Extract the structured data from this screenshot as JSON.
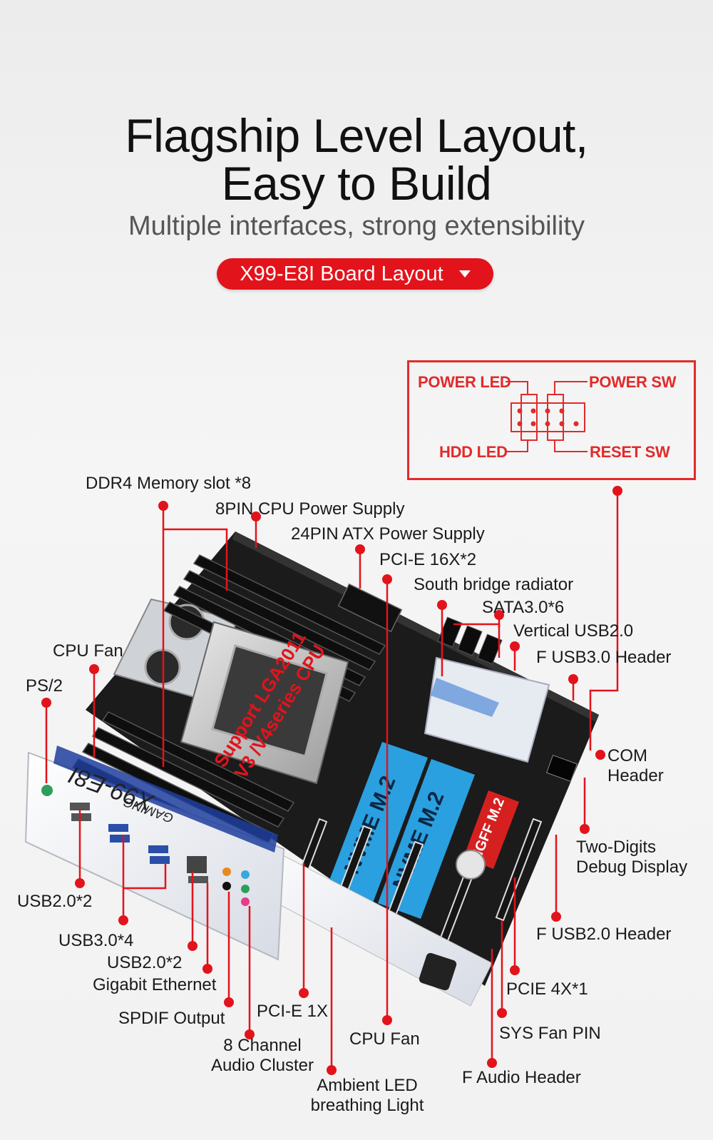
{
  "heading": {
    "line1": "Flagship Level Layout,",
    "line2": "Easy to Build",
    "subtitle": "Multiple interfaces, strong extensibility",
    "pill_label": "X99-E8I Board Layout"
  },
  "panel_header": {
    "power_led": "POWER LED",
    "power_sw": "POWER SW",
    "hdd_led": "HDD  LED",
    "reset_sw": "RESET SW"
  },
  "board_print": {
    "cpu_text_1": "Support LGA2011",
    "cpu_text_2": "V3 /V4series CPU",
    "nvme1": "NVME M.2",
    "nvme2": "NVME M.2",
    "ngff": "NGFF M.2",
    "io_model": "X99-E8I",
    "io_brand": "GAMING"
  },
  "labels": {
    "ddr4": "DDR4 Memory slot *8",
    "cpu_power": "8PIN CPU Power Supply",
    "atx_power": "24PIN ATX Power Supply",
    "pcie16": "PCI-E 16X*2",
    "south_bridge": "South bridge radiator",
    "sata": "SATA3.0*6",
    "vertical_usb": "Vertical USB2.0",
    "f_usb3": "F USB3.0 Header",
    "cpu_fan_left": "CPU Fan",
    "ps2": "PS/2",
    "com_header": "COM\nHeader",
    "debug_display": "Two-Digits\nDebug Display",
    "usb2_a": "USB2.0*2",
    "usb3": "USB3.0*4",
    "usb2_b": "USB2.0*2",
    "ethernet": "Gigabit Ethernet",
    "spdif": "SPDIF Output",
    "pcie1x": "PCI-E 1X",
    "audio_cluster": "8 Channel\nAudio Cluster",
    "cpu_fan_bottom": "CPU Fan",
    "ambient_led": "Ambient LED\nbreathing Light",
    "f_usb2": "F USB2.0 Header",
    "pcie4x": "PCIE 4X*1",
    "sys_fan": "SYS Fan PIN",
    "f_audio": "F Audio Header"
  },
  "colors": {
    "accent_red": "#e3131b",
    "board_black": "#1b1b1b",
    "nvme_blue": "#2aa0e0",
    "ngff_red": "#d62020"
  }
}
